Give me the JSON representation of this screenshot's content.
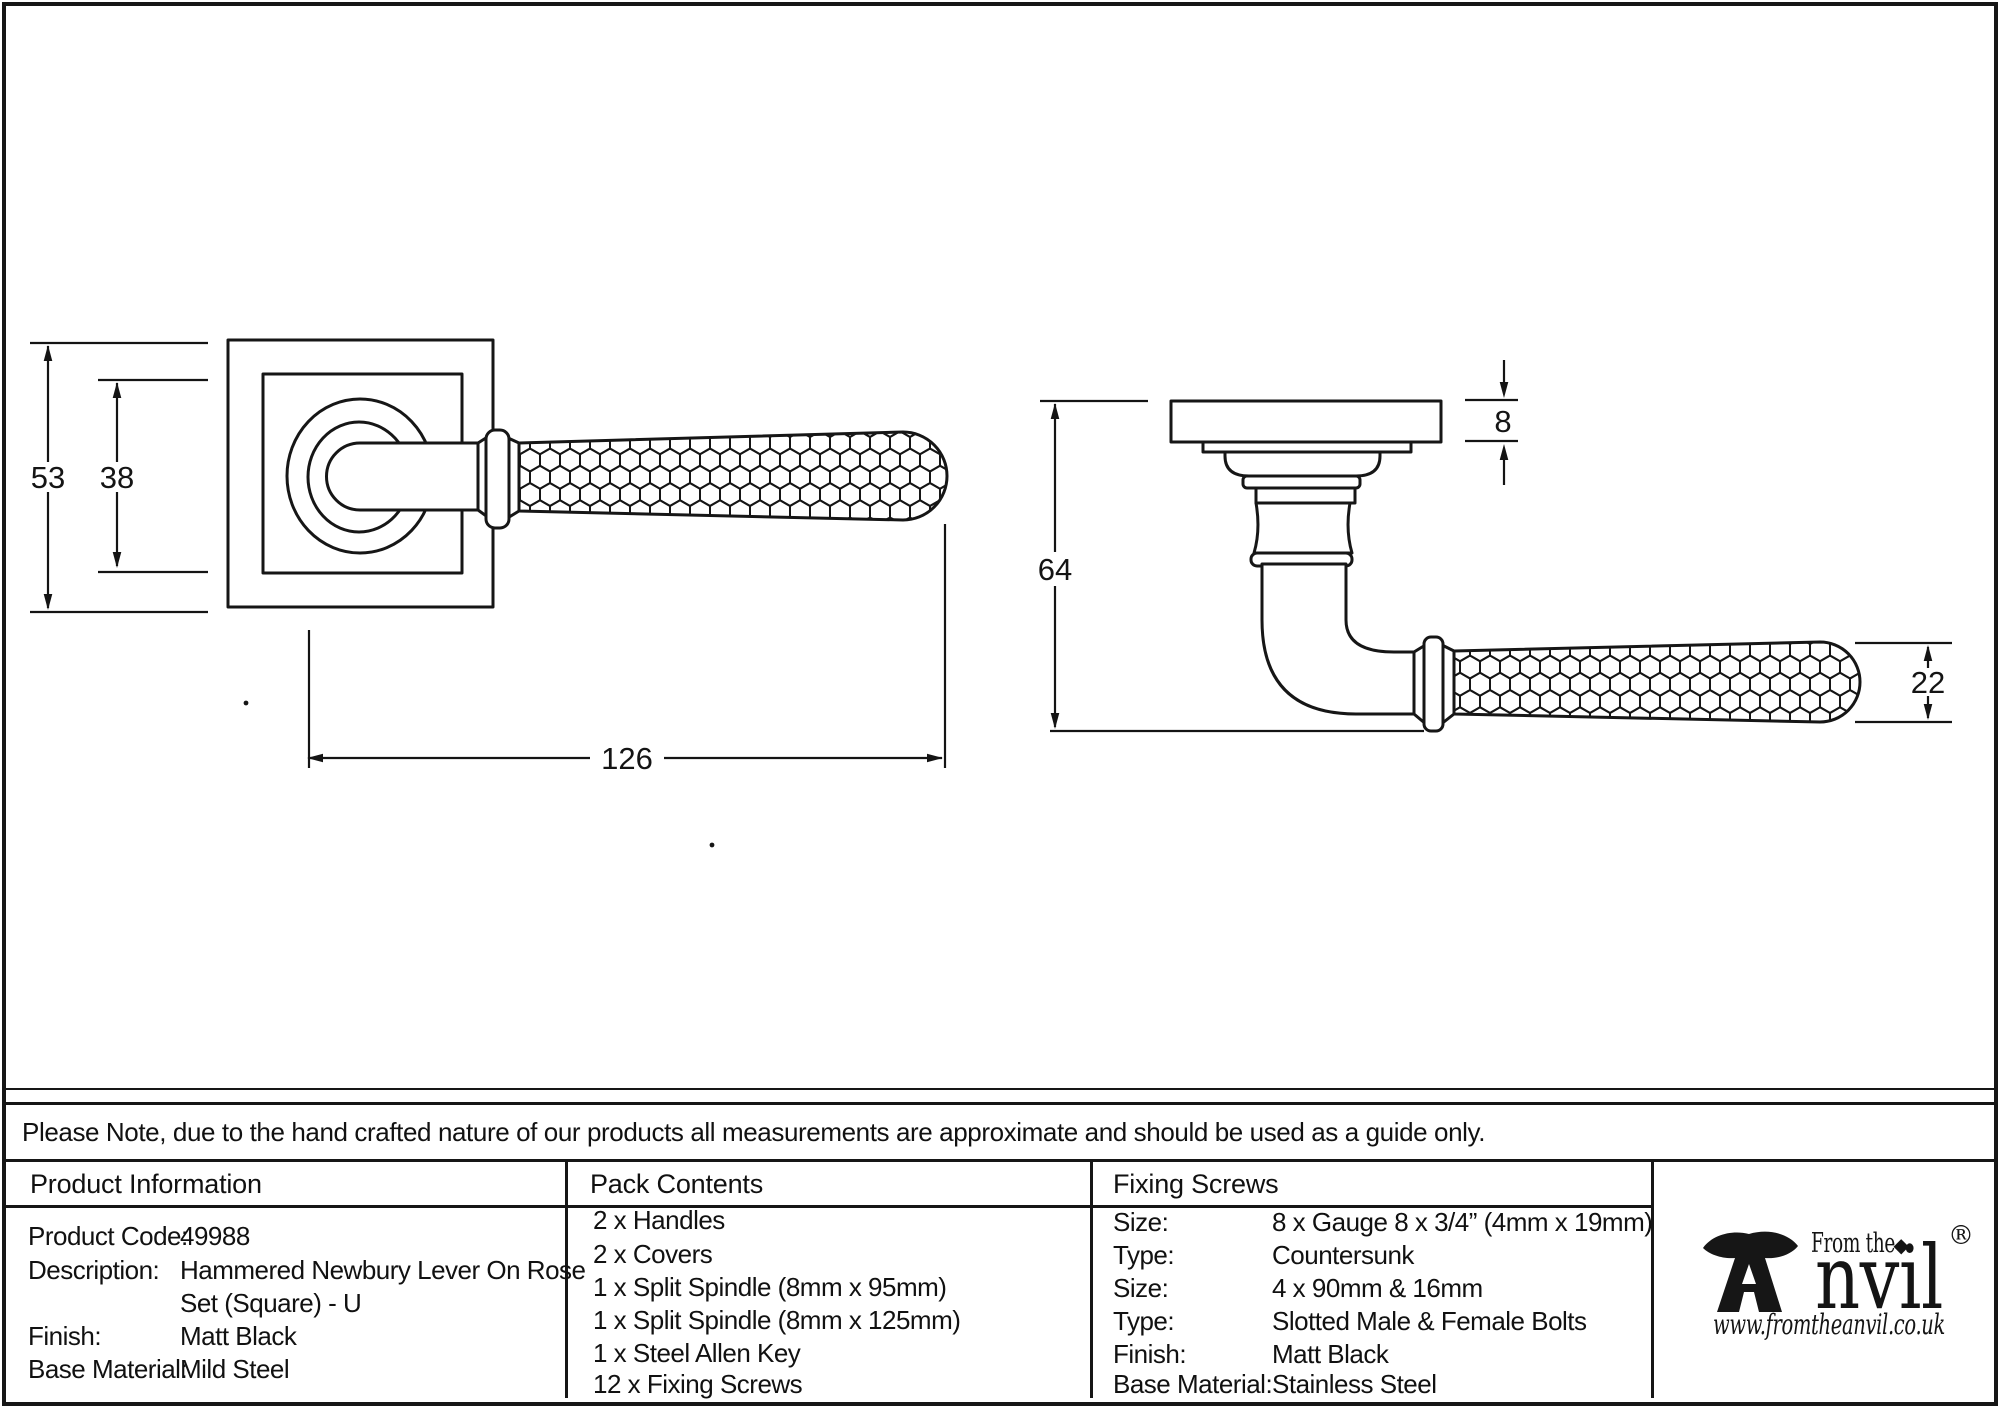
{
  "drawing": {
    "front_view": {
      "rose_height": "53",
      "rose_inner_height": "38",
      "handle_length": "126"
    },
    "side_view": {
      "projection": "64",
      "rose_thickness": "8",
      "lever_width": "22"
    }
  },
  "note": {
    "text": "Please Note, due to the hand crafted nature of our products all measurements are approximate and should be used as a guide only."
  },
  "table": {
    "product_information": {
      "header": "Product Information",
      "rows": [
        {
          "label": "Product Code:",
          "value": "49988"
        },
        {
          "label": "Description:",
          "value": "Hammered Newbury Lever On Rose"
        },
        {
          "label": "",
          "value": "Set (Square) - U"
        },
        {
          "label": "Finish:",
          "value": "Matt Black"
        },
        {
          "label": "Base Material:",
          "value": "Mild Steel"
        }
      ]
    },
    "pack_contents": {
      "header": "Pack Contents",
      "items": [
        "2 x Handles",
        "2 x Covers",
        "1 x Split Spindle (8mm x 95mm)",
        "1 x Split Spindle (8mm x 125mm)",
        "1 x Steel Allen Key",
        "12 x Fixing Screws"
      ]
    },
    "fixing_screws": {
      "header": "Fixing Screws",
      "rows": [
        {
          "label": "Size:",
          "value": "8 x Gauge 8 x 3/4” (4mm x 19mm)"
        },
        {
          "label": "Type:",
          "value": "Countersunk"
        },
        {
          "label": "Size:",
          "value": "4 x 90mm & 16mm"
        },
        {
          "label": "Type:",
          "value": "Slotted Male & Female Bolts"
        },
        {
          "label": "Finish:",
          "value": "Matt Black"
        },
        {
          "label": "Base Material:",
          "value": "Stainless Steel"
        }
      ]
    }
  },
  "logo": {
    "tagline": "From the",
    "brand_suffix": "nvil",
    "diamond": "◆",
    "registered": "®",
    "website": "www.fromtheanvil.co.uk"
  }
}
